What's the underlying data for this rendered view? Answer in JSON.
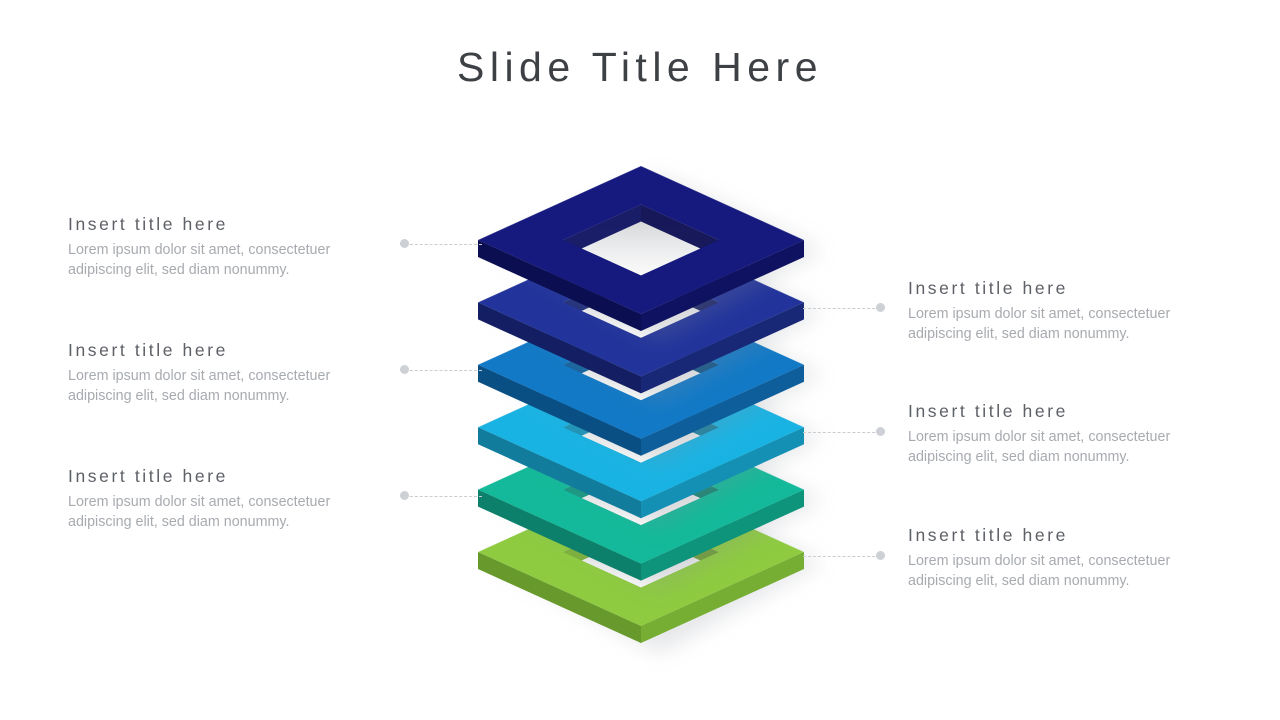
{
  "slide": {
    "title": "Slide Title Here",
    "background_color": "#ffffff",
    "title_color": "#3d4044"
  },
  "diagram": {
    "type": "layered-3d-stack",
    "shape": "isometric-square-frame",
    "layer_count": 6,
    "layers": [
      {
        "index": 1,
        "color": "#16197e",
        "side_color": "#0f1260",
        "front_color": "#0c0e52",
        "callout_side": "left",
        "label": "layer-1-navy"
      },
      {
        "index": 2,
        "color": "#22349b",
        "side_color": "#192876",
        "front_color": "#141f63",
        "callout_side": "right",
        "label": "layer-2-royal-blue"
      },
      {
        "index": 3,
        "color": "#1279c6",
        "side_color": "#0d5e9b",
        "front_color": "#0a4f84",
        "callout_side": "left",
        "label": "layer-3-blue"
      },
      {
        "index": 4,
        "color": "#19b3e3",
        "side_color": "#1490b4",
        "front_color": "#127c9c",
        "callout_side": "right",
        "label": "layer-4-cyan"
      },
      {
        "index": 5,
        "color": "#13b99a",
        "side_color": "#0f947c",
        "front_color": "#0d806b",
        "callout_side": "left",
        "label": "layer-5-teal"
      },
      {
        "index": 6,
        "color": "#8ecb41",
        "side_color": "#76ad33",
        "front_color": "#68992c",
        "callout_side": "right",
        "label": "layer-6-green"
      }
    ]
  },
  "callouts": {
    "left": [
      {
        "title": "Insert title here",
        "body": "Lorem ipsum dolor sit amet, consectetuer adipiscing elit, sed diam nonummy."
      },
      {
        "title": "Insert title here",
        "body": "Lorem ipsum dolor sit amet, consectetuer adipiscing elit, sed diam nonummy."
      },
      {
        "title": "Insert title here",
        "body": "Lorem ipsum dolor sit amet, consectetuer adipiscing elit, sed diam nonummy."
      }
    ],
    "right": [
      {
        "title": "Insert title here",
        "body": "Lorem ipsum dolor sit amet, consectetuer adipiscing elit, sed diam nonummy."
      },
      {
        "title": "Insert title here",
        "body": "Lorem ipsum dolor sit amet, consectetuer adipiscing elit, sed diam nonummy."
      },
      {
        "title": "Insert title here",
        "body": "Lorem ipsum dolor sit amet, consectetuer adipiscing elit, sed diam nonummy."
      }
    ]
  }
}
